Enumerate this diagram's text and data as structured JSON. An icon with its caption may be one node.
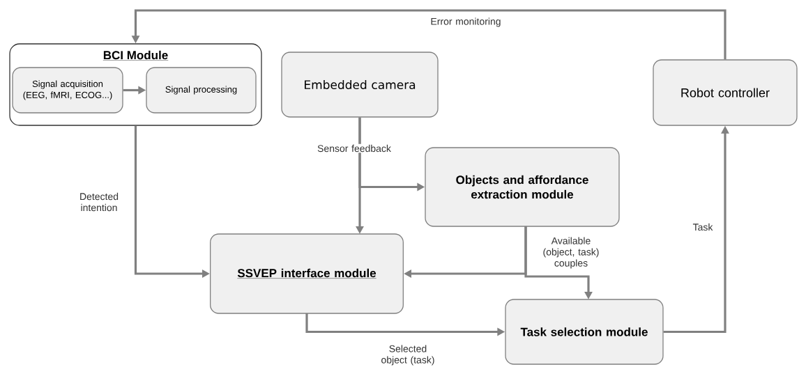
{
  "diagram": {
    "nodes": [
      {
        "text": [
          "BCI Module"
        ]
      },
      {
        "text": [
          "Signal acquisition (EEG, fMRI, ECOG...)"
        ],
        "in": 0
      },
      {
        "text": [
          "Signal processing"
        ],
        "in": 0
      },
      {
        "text": [
          "Embedded camera"
        ]
      },
      {
        "text": [
          "Robot controller"
        ]
      },
      {
        "text": [
          "Objects and affordance extraction module"
        ]
      },
      {
        "text": [
          "SSVEP interface module"
        ]
      },
      {
        "text": [
          "Task selection module"
        ]
      }
    ],
    "edges": [
      {
        "from": 4,
        "to": 0,
        "arrow": "to",
        "label": "Error monitoring"
      },
      {
        "from": 1,
        "to": 2,
        "arrow": "to"
      },
      {
        "from": 0,
        "to": 6,
        "arrow": "to",
        "label": "Detected intention"
      },
      {
        "from": 3,
        "to": 6,
        "arrow": "to",
        "label": "Sensor feedback"
      },
      {
        "from": 3,
        "to": 5,
        "arrow": "to"
      },
      {
        "from": 5,
        "to": 6,
        "arrow": "to",
        "label": "Available (object, task) couples"
      },
      {
        "from": 5,
        "to": 7,
        "arrow": "to"
      },
      {
        "from": 6,
        "to": 7,
        "arrow": "to",
        "label": "Selected object (task)"
      },
      {
        "from": 7,
        "to": 4,
        "arrow": "to",
        "label": "Task"
      }
    ]
  }
}
